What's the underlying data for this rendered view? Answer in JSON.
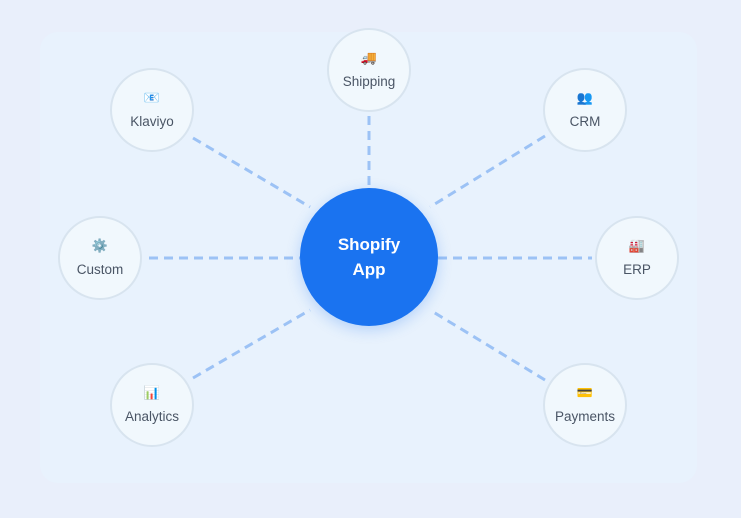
{
  "diagram": {
    "hub": {
      "line1": "Shopify",
      "line2": "App",
      "color": "#1a73f0"
    },
    "connector_color": "#9cc2f5",
    "nodes": [
      {
        "id": "shipping",
        "label": "Shipping",
        "icon": "🚚",
        "icon_name": "truck-icon"
      },
      {
        "id": "klaviyo",
        "label": "Klaviyo",
        "icon": "📧",
        "icon_name": "email-icon"
      },
      {
        "id": "crm",
        "label": "CRM",
        "icon": "👥",
        "icon_name": "users-icon"
      },
      {
        "id": "custom",
        "label": "Custom",
        "icon": "⚙️",
        "icon_name": "gear-icon"
      },
      {
        "id": "erp",
        "label": "ERP",
        "icon": "🏭",
        "icon_name": "factory-icon"
      },
      {
        "id": "analytics",
        "label": "Analytics",
        "icon": "📊",
        "icon_name": "bar-chart-icon"
      },
      {
        "id": "payments",
        "label": "Payments",
        "icon": "💳",
        "icon_name": "credit-card-icon"
      }
    ]
  }
}
